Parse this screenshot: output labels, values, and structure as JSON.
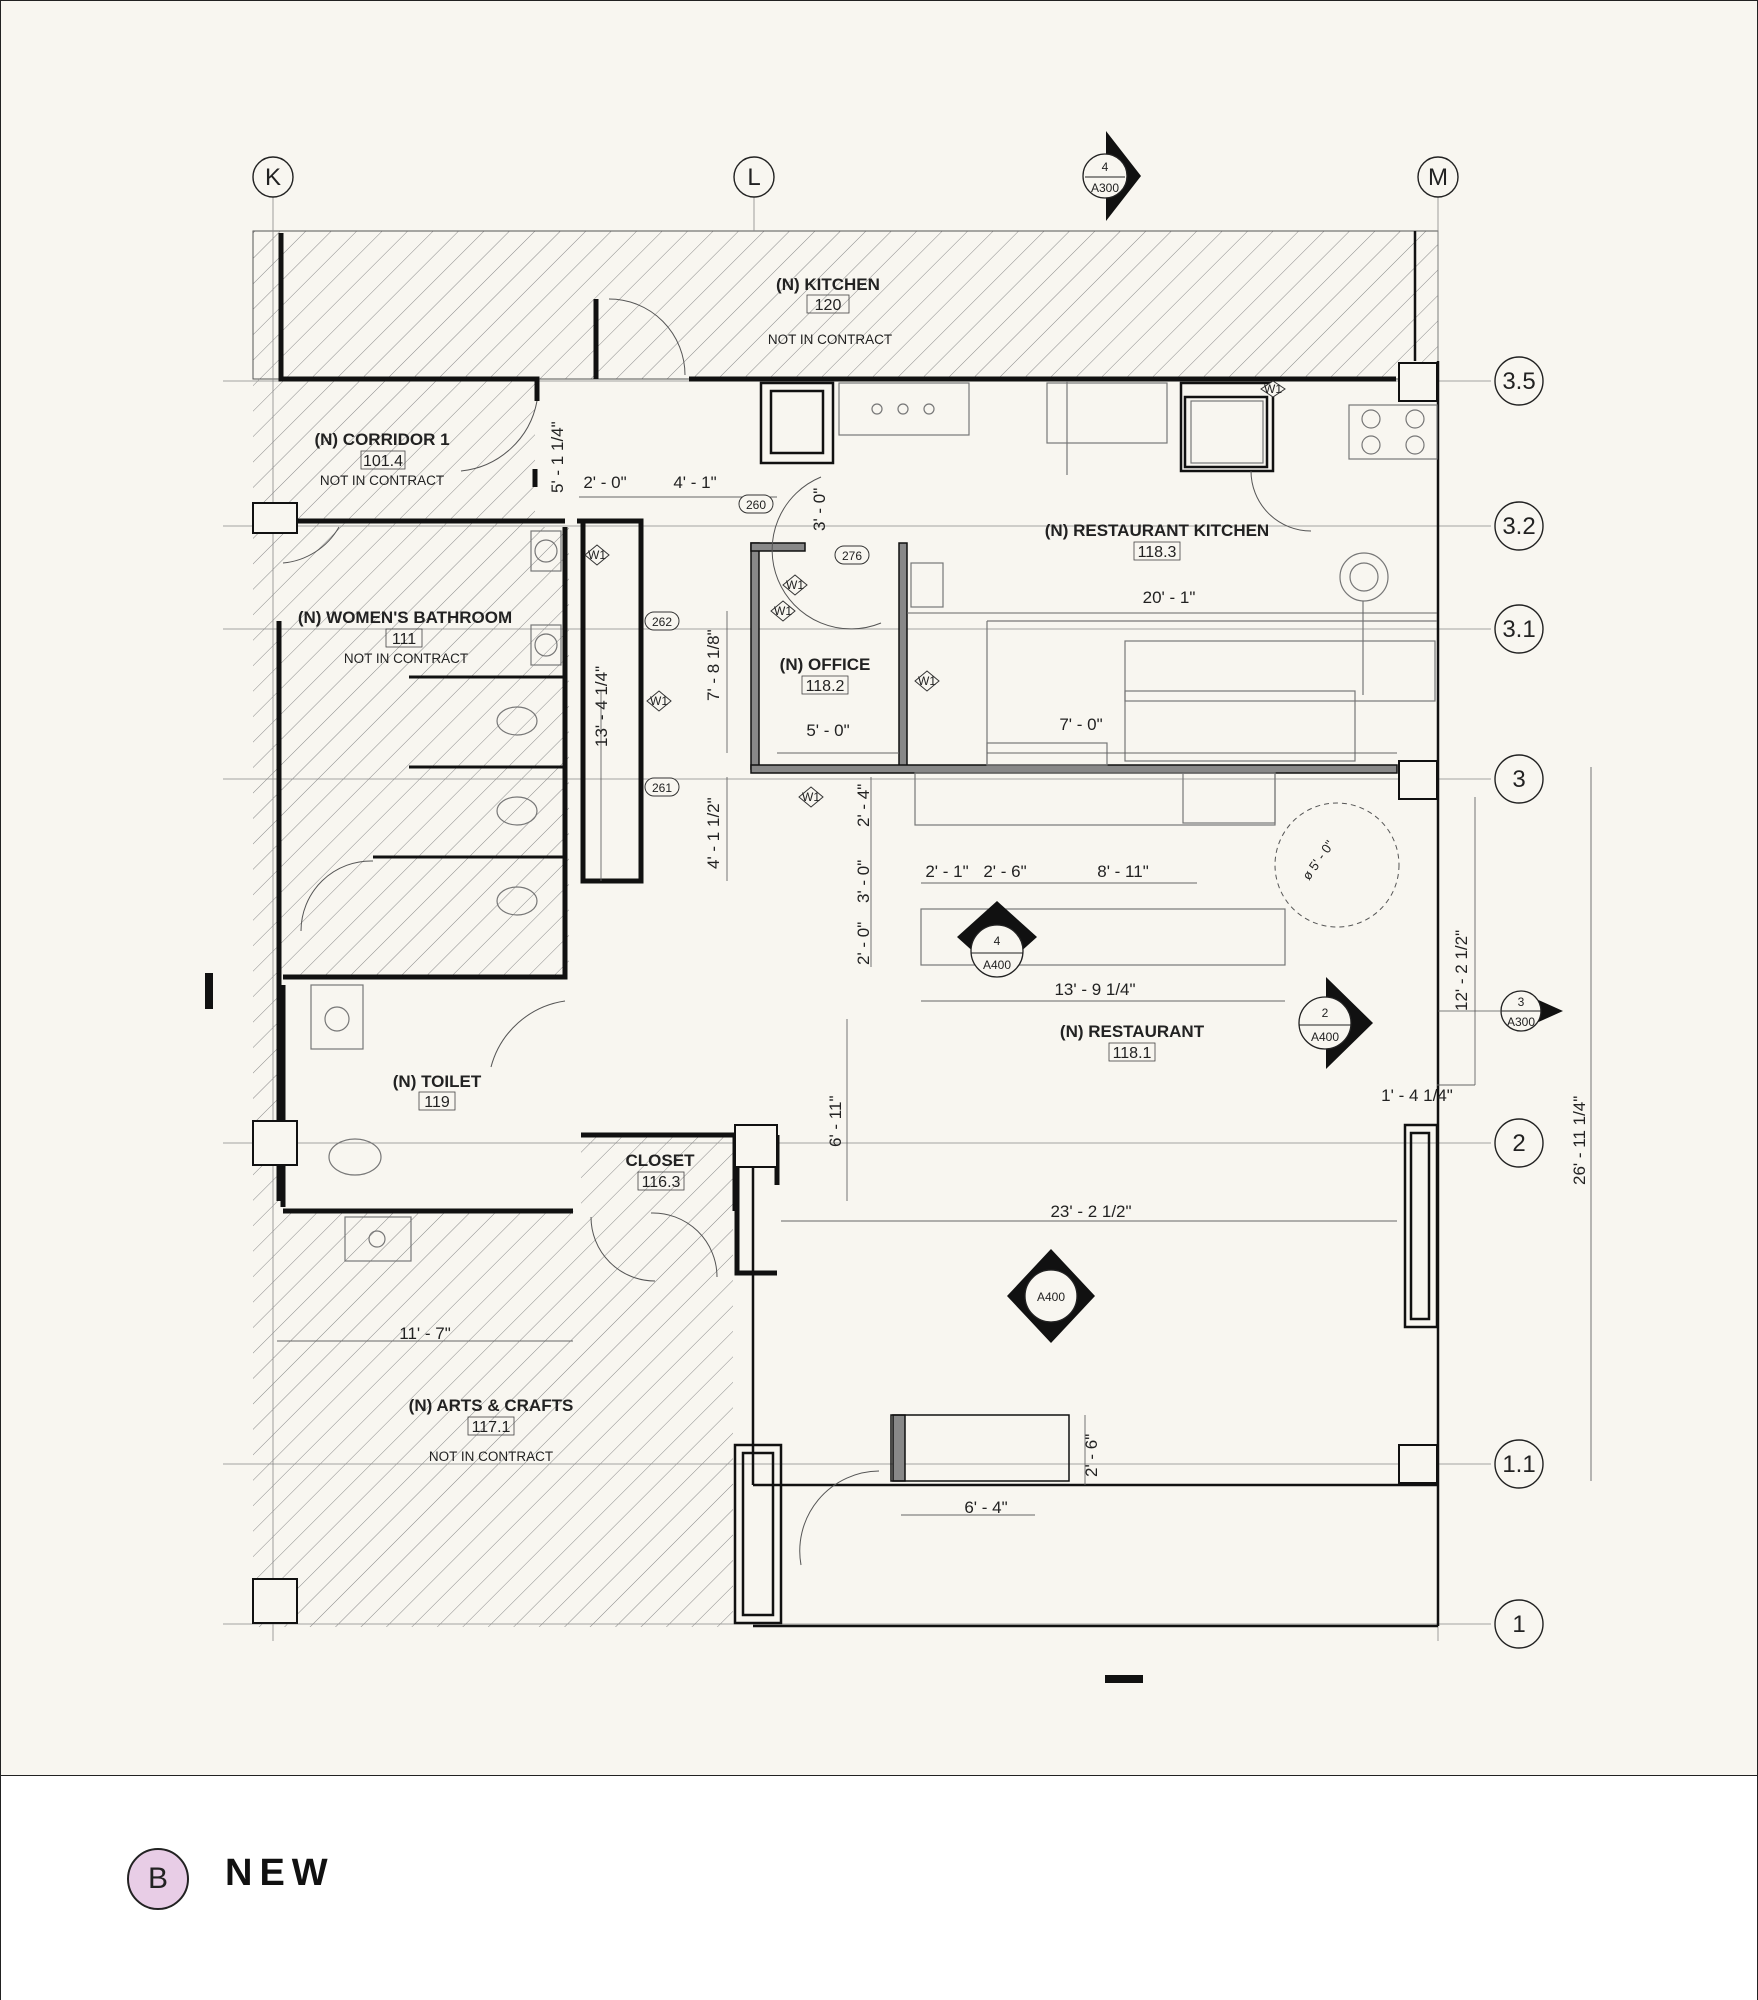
{
  "drawing": {
    "bubble_letter": "B",
    "title": "NEW"
  },
  "grid": {
    "columns": [
      "K",
      "L",
      "M"
    ],
    "rows": [
      "3.5",
      "3.2",
      "3.1",
      "3",
      "2",
      "1.1",
      "1"
    ]
  },
  "rooms": [
    {
      "name": "(N) KITCHEN",
      "number": "120",
      "note": "NOT IN CONTRACT"
    },
    {
      "name": "(N) CORRIDOR 1",
      "number": "101.4",
      "note": "NOT IN CONTRACT"
    },
    {
      "name": "(N) WOMEN'S BATHROOM",
      "number": "111",
      "note": "NOT IN CONTRACT"
    },
    {
      "name": "(N) RESTAURANT KITCHEN",
      "number": "118.3",
      "note": ""
    },
    {
      "name": "(N) OFFICE",
      "number": "118.2",
      "note": ""
    },
    {
      "name": "(N) TOILET",
      "number": "119",
      "note": ""
    },
    {
      "name": "CLOSET",
      "number": "116.3",
      "note": ""
    },
    {
      "name": "(N) RESTAURANT",
      "number": "118.1",
      "note": ""
    },
    {
      "name": "(N) ARTS & CRAFTS",
      "number": "117.1",
      "note": "NOT IN CONTRACT"
    }
  ],
  "dimensions": {
    "corr_vert": "5' - 1 1/4\"",
    "d_2_0_top": "2' - 0\"",
    "d_4_1": "4' - 1\"",
    "d_3_0_door": "3' - 0\"",
    "d_7_8": "7' - 8 1/8\"",
    "d_13_4": "13' - 4 1/4\"",
    "d_4_1_half": "4' - 1 1/2\"",
    "d_5_0": "5' - 0\"",
    "d_20_1": "20' - 1\"",
    "d_7_0": "7' - 0\"",
    "d_2_4": "2' - 4\"",
    "d_3_0b": "3' - 0\"",
    "d_2_0b": "2' - 0\"",
    "d_2_1": "2' - 1\"",
    "d_2_6": "2' - 6\"",
    "d_8_11": "8' - 11\"",
    "d_dia": "ø 5' - 0\"",
    "d_13_9": "13' - 9 1/4\"",
    "d_12_2": "12' - 2 1/2\"",
    "d_26_11": "26' - 11 1/4\"",
    "d_1_4": "1' - 4 1/4\"",
    "d_6_11": "6' - 11\"",
    "d_23_2": "23' - 2 1/2\"",
    "d_11_7": "11' - 7\"",
    "d_2_6b": "2' - 6\"",
    "d_6_4": "6' - 4\""
  },
  "tags": {
    "t260": "260",
    "t276": "276",
    "t262": "262",
    "t261": "261",
    "w1": "W1"
  },
  "section_markers": [
    {
      "num": "4",
      "sheet": "A300"
    },
    {
      "num": "4",
      "sheet": "A400"
    },
    {
      "num": "2",
      "sheet": "A400"
    },
    {
      "num": "3",
      "sheet": "A300"
    },
    {
      "num": "",
      "sheet": "A400"
    }
  ]
}
